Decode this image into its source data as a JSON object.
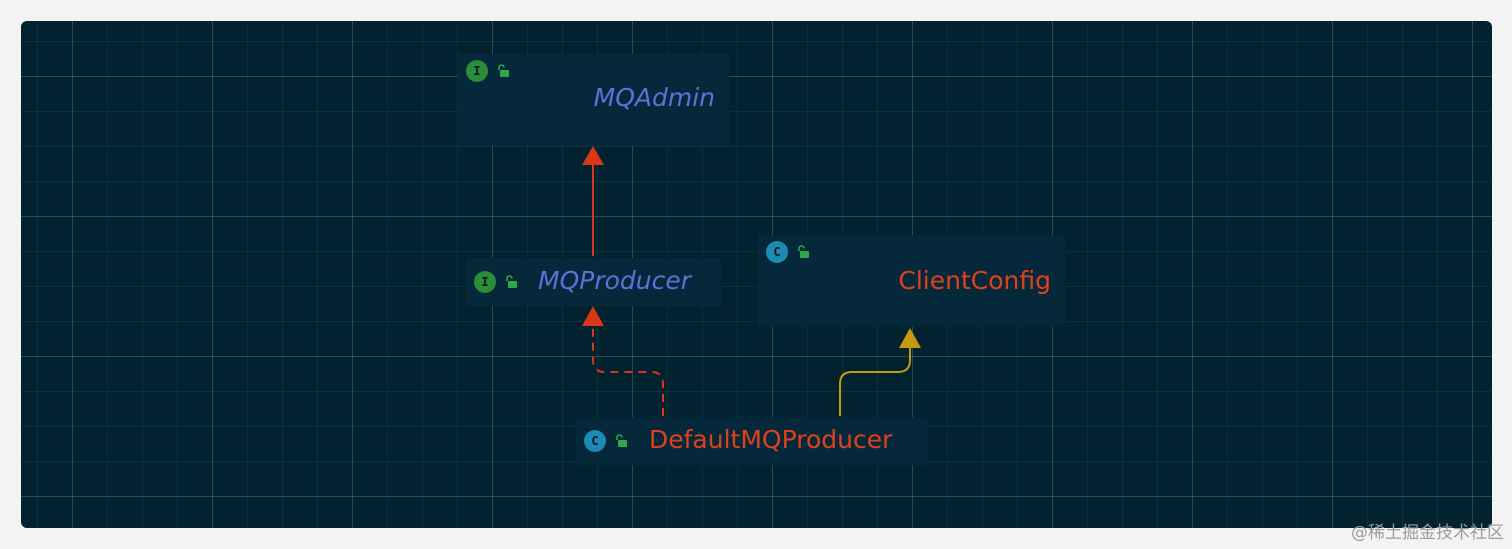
{
  "nodes": {
    "mqadmin": {
      "name": "MQAdmin",
      "kind": "interface",
      "badge": "I"
    },
    "mqproducer": {
      "name": "MQProducer",
      "kind": "interface",
      "badge": "I"
    },
    "clientconfig": {
      "name": "ClientConfig",
      "kind": "class",
      "badge": "C"
    },
    "defaultmqproducer": {
      "name": "DefaultMQProducer",
      "kind": "class",
      "badge": "C"
    }
  },
  "edges": [
    {
      "from": "MQProducer",
      "to": "MQAdmin",
      "type": "extends",
      "style": "solid",
      "color": "#d9361a"
    },
    {
      "from": "DefaultMQProducer",
      "to": "MQProducer",
      "type": "implements",
      "style": "dashed",
      "color": "#d9361a"
    },
    {
      "from": "DefaultMQProducer",
      "to": "ClientConfig",
      "type": "extends",
      "style": "solid",
      "color": "#c69a10"
    }
  ],
  "colors": {
    "background": "#022230",
    "node_fill": "#05293a",
    "interface_text": "#5a72d9",
    "class_text": "#e0401c",
    "interface_badge": "#2c8c3a",
    "class_badge": "#1d8ab3",
    "lock_icon": "#2fa84a"
  },
  "watermark": "@稀土掘金技术社区"
}
